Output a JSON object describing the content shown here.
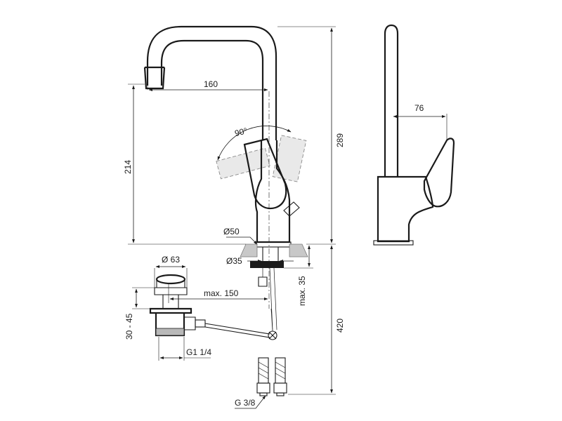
{
  "dimensions": {
    "spout_reach": "160",
    "lever_rotation": "90°",
    "spout_height": "214",
    "total_height": "289",
    "side_depth": "76",
    "base_diameter": "Ø50",
    "hole_diameter": "Ø35",
    "max_thickness": "max. 35",
    "waste_plug_diameter": "Ø 63",
    "pull_rod_length": "max. 150",
    "waste_height": "30 - 45",
    "waste_thread": "G1 1/4",
    "hose_length": "420",
    "hose_thread": "G 3/8"
  },
  "colors": {
    "line": "#1a1a1a",
    "ghost": "#8a8a8a",
    "counter": "#c8c8c8"
  }
}
